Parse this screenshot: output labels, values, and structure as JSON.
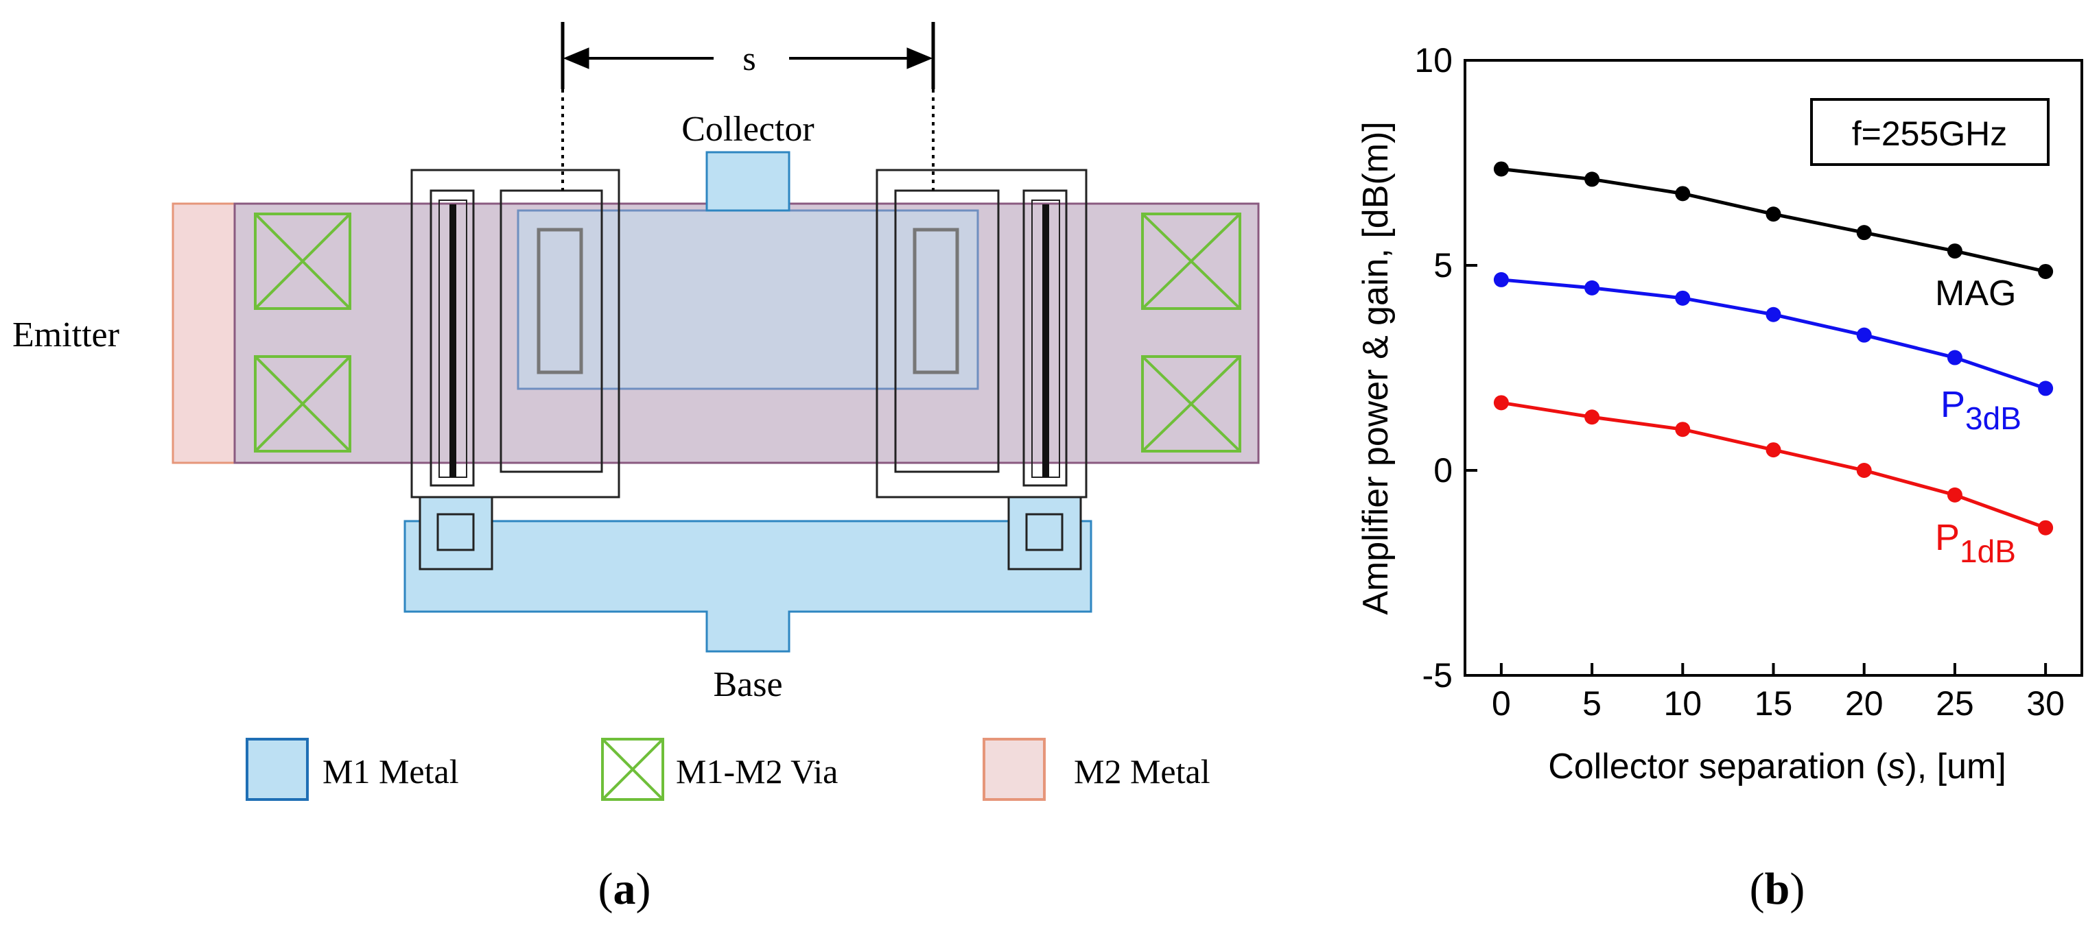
{
  "panel_a": {
    "caption_prefix": "(",
    "caption_letter": "a",
    "caption_suffix": ")",
    "dimension_label": "s",
    "collector_label": "Collector",
    "emitter_label": "Emitter",
    "base_label": "Base",
    "legend": [
      {
        "label": "M1 Metal",
        "fill": "#bde0f3",
        "stroke": "#1f6fb5",
        "icon": "m1-metal-swatch"
      },
      {
        "label": "M1-M2 Via",
        "fill": "#ffffff",
        "stroke": "#6fbf3a",
        "icon": "via-x-swatch"
      },
      {
        "label": "M2 Metal",
        "fill": "#f2dcdc",
        "stroke": "#e6967a",
        "icon": "m2-metal-swatch"
      }
    ],
    "colors": {
      "m1_fill": "#bde0f3",
      "m1_stroke": "#2e86c1",
      "m2_fill": "#f0cfcf",
      "m2_stroke": "#e6967a",
      "emitter_overlay": "#c9c9dc",
      "via": "#6fbf3a",
      "outline": "#222222"
    }
  },
  "panel_b": {
    "caption_prefix": "(",
    "caption_letter": "b",
    "caption_suffix": ")"
  },
  "chart_data": {
    "type": "line",
    "xlabel_prefix": "Collector separation (",
    "xlabel_italic": "s",
    "xlabel_suffix": "), [um]",
    "ylabel": "Amplifier power & gain, [dB(m)]",
    "annotation": "f=255GHz",
    "x": [
      0,
      5,
      10,
      15,
      20,
      25,
      30
    ],
    "xlim": [
      -2,
      32
    ],
    "ylim": [
      -5,
      10
    ],
    "xticks": [
      0,
      5,
      10,
      15,
      20,
      25,
      30
    ],
    "yticks": [
      -5,
      0,
      5,
      10
    ],
    "grid": false,
    "series": [
      {
        "name": "MAG",
        "label_main": "MAG",
        "label_sub": "",
        "color": "#000000",
        "values": [
          7.35,
          7.1,
          6.75,
          6.25,
          5.8,
          5.35,
          4.85
        ]
      },
      {
        "name": "P3dB",
        "label_main": "P",
        "label_sub": "3dB",
        "color": "#1010ee",
        "values": [
          4.65,
          4.45,
          4.2,
          3.8,
          3.3,
          2.75,
          2.0
        ]
      },
      {
        "name": "P1dB",
        "label_main": "P",
        "label_sub": "1dB",
        "color": "#ee1010",
        "values": [
          1.65,
          1.3,
          1.0,
          0.5,
          0.0,
          -0.6,
          -1.4
        ]
      }
    ]
  }
}
